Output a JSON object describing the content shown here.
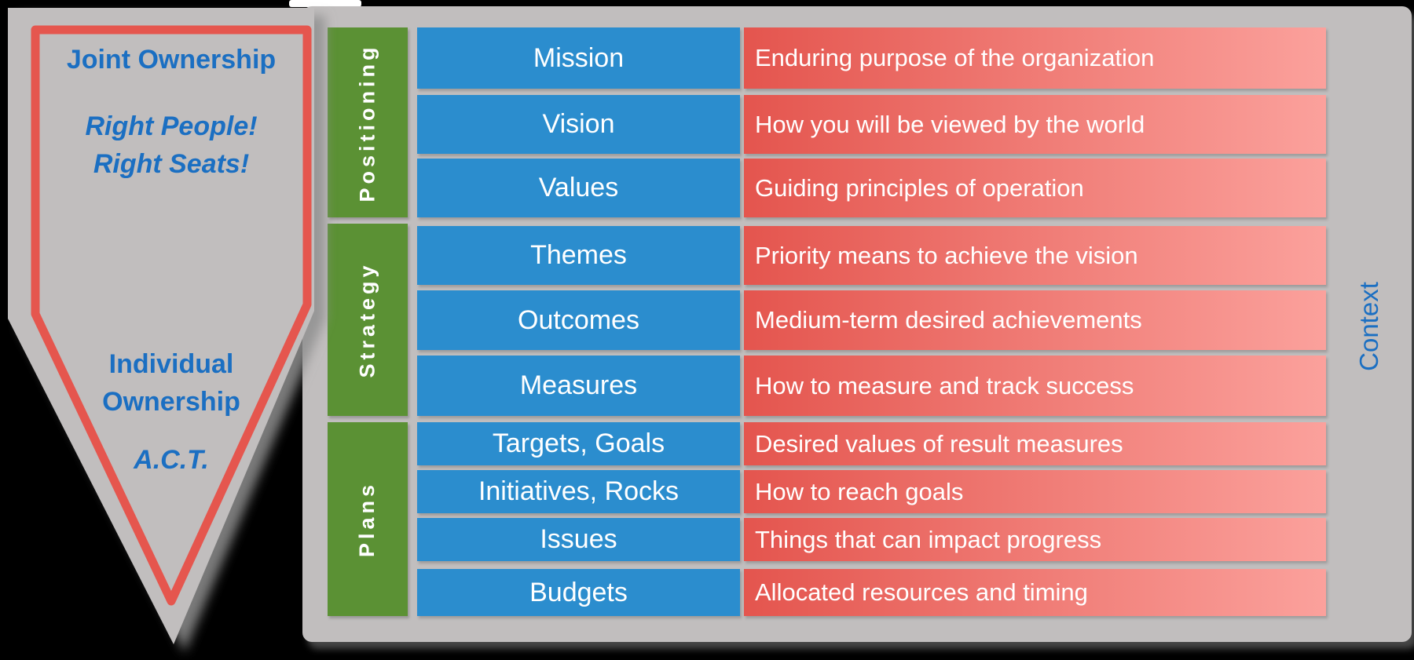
{
  "pennant": {
    "title": "Joint Ownership",
    "slogan": [
      "Right People!",
      "Right Seats!"
    ],
    "lower": [
      "Individual",
      "Ownership"
    ],
    "acronym": "A.C.T."
  },
  "context_label": "Context",
  "sections": [
    {
      "label": "Positioning"
    },
    {
      "label": "Strategy"
    },
    {
      "label": "Plans"
    }
  ],
  "rows": [
    {
      "label": "Mission",
      "description": "Enduring purpose of the organization"
    },
    {
      "label": "Vision",
      "description": "How you will be viewed by the world"
    },
    {
      "label": "Values",
      "description": "Guiding principles of operation"
    },
    {
      "label": "Themes",
      "description": "Priority means to achieve the vision"
    },
    {
      "label": "Outcomes",
      "description": "Medium-term desired achievements"
    },
    {
      "label": "Measures",
      "description": "How to measure and track success"
    },
    {
      "label": "Targets, Goals",
      "description": "Desired values of result measures"
    },
    {
      "label": "Initiatives, Rocks",
      "description": "How to reach goals"
    },
    {
      "label": "Issues",
      "description": "Things that can impact progress"
    },
    {
      "label": "Budgets",
      "description": "Allocated resources and timing"
    }
  ],
  "colors": {
    "background": "#000000",
    "gray": "#c1bebe",
    "green": "#5b9134",
    "blue": "#2b8dce",
    "red-left": "#e4554e",
    "red-right": "#fba19c",
    "red-border": "#e5564e",
    "text-blue": "#1b6fc2",
    "white": "#ffffff"
  }
}
